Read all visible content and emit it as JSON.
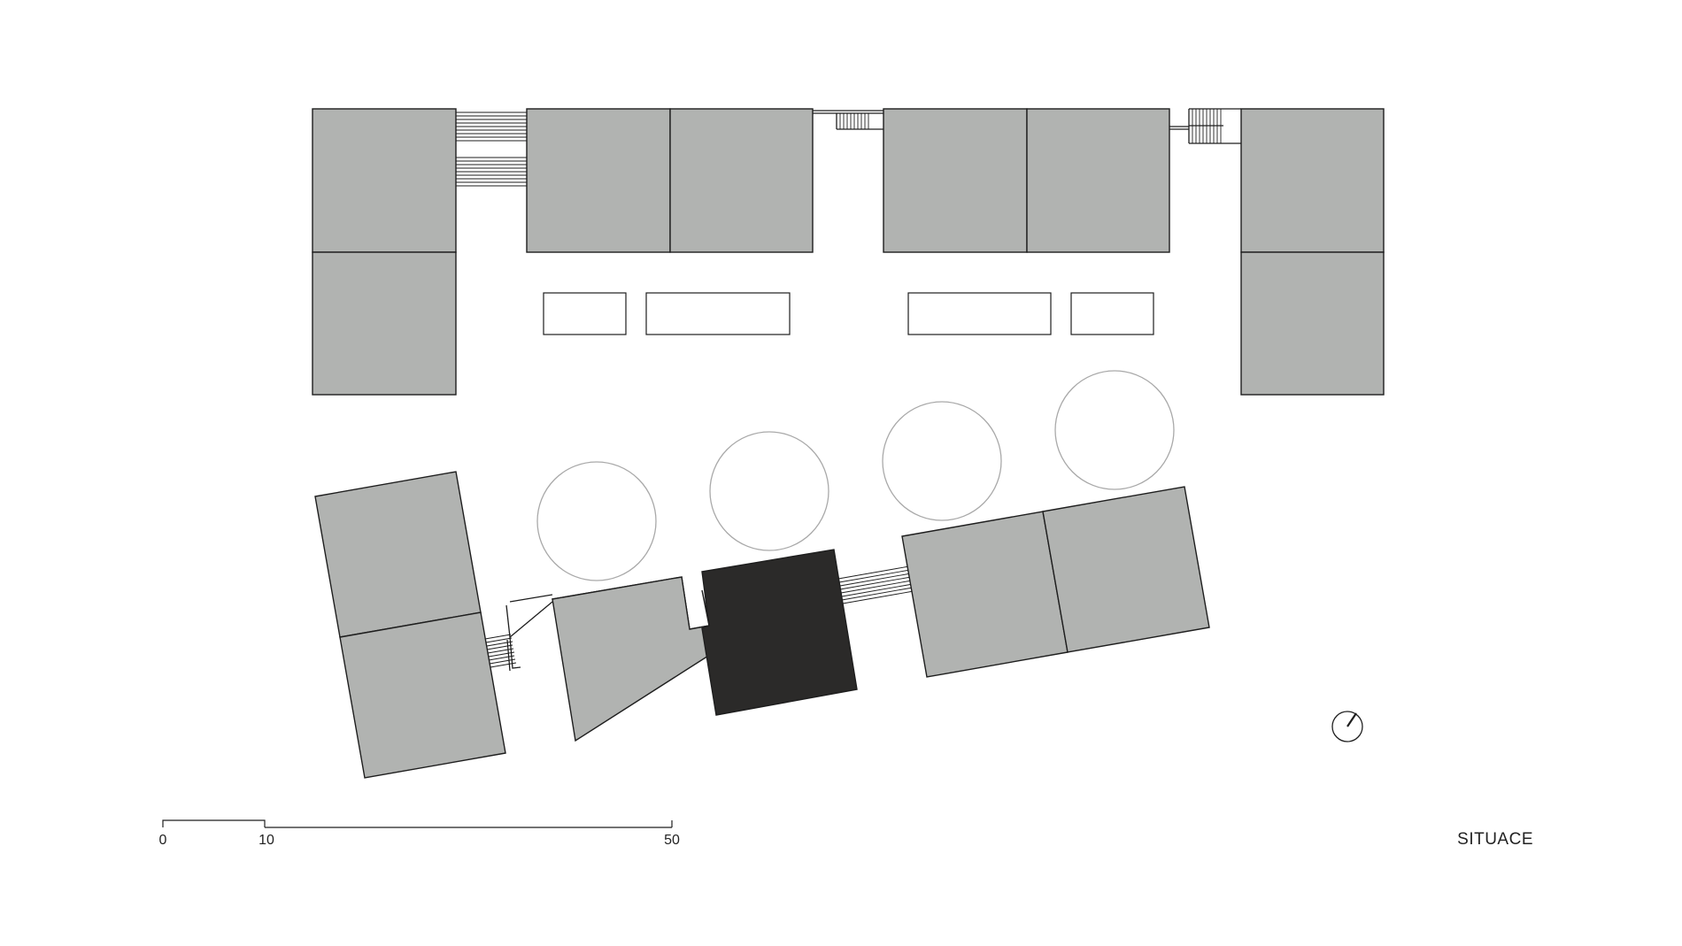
{
  "title": "SITUACE",
  "colors": {
    "building": "#b1b3b1",
    "highlight": "#2b2a29",
    "outline": "#1e1e1e",
    "tree": "#a9a9a9",
    "background": "#ffffff"
  },
  "scale_bar": {
    "ticks": [
      "0",
      "10",
      "50"
    ]
  },
  "icons": {
    "north_arrow": "north-arrow-icon"
  }
}
